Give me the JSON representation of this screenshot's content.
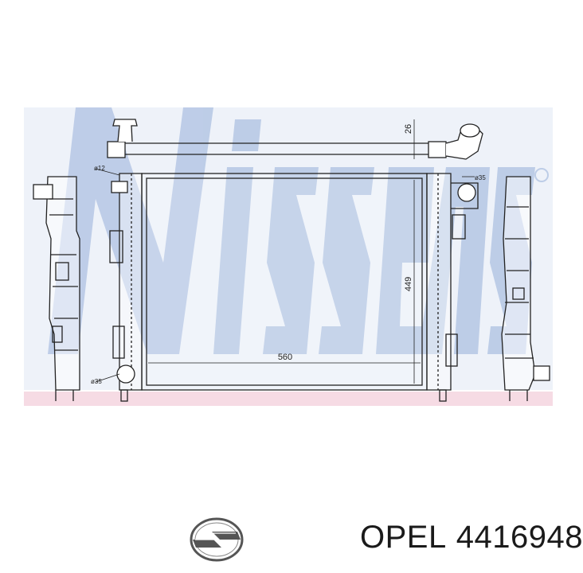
{
  "watermark": {
    "brand": "Nissens",
    "colors": {
      "band_blue": "#b8c9e6",
      "band_pink": "#f6dbe4"
    }
  },
  "dimensions": {
    "width_label": "560",
    "height_label": "449",
    "thickness_label": "26",
    "inlet_top_left_label": "ø12",
    "inlet_top_right_label": "ø35",
    "outlet_bottom_left_label": "ø35"
  },
  "product": {
    "brand": "OPEL",
    "part_number": "4416948"
  },
  "icons": {
    "logo": "opel-logo-icon"
  }
}
